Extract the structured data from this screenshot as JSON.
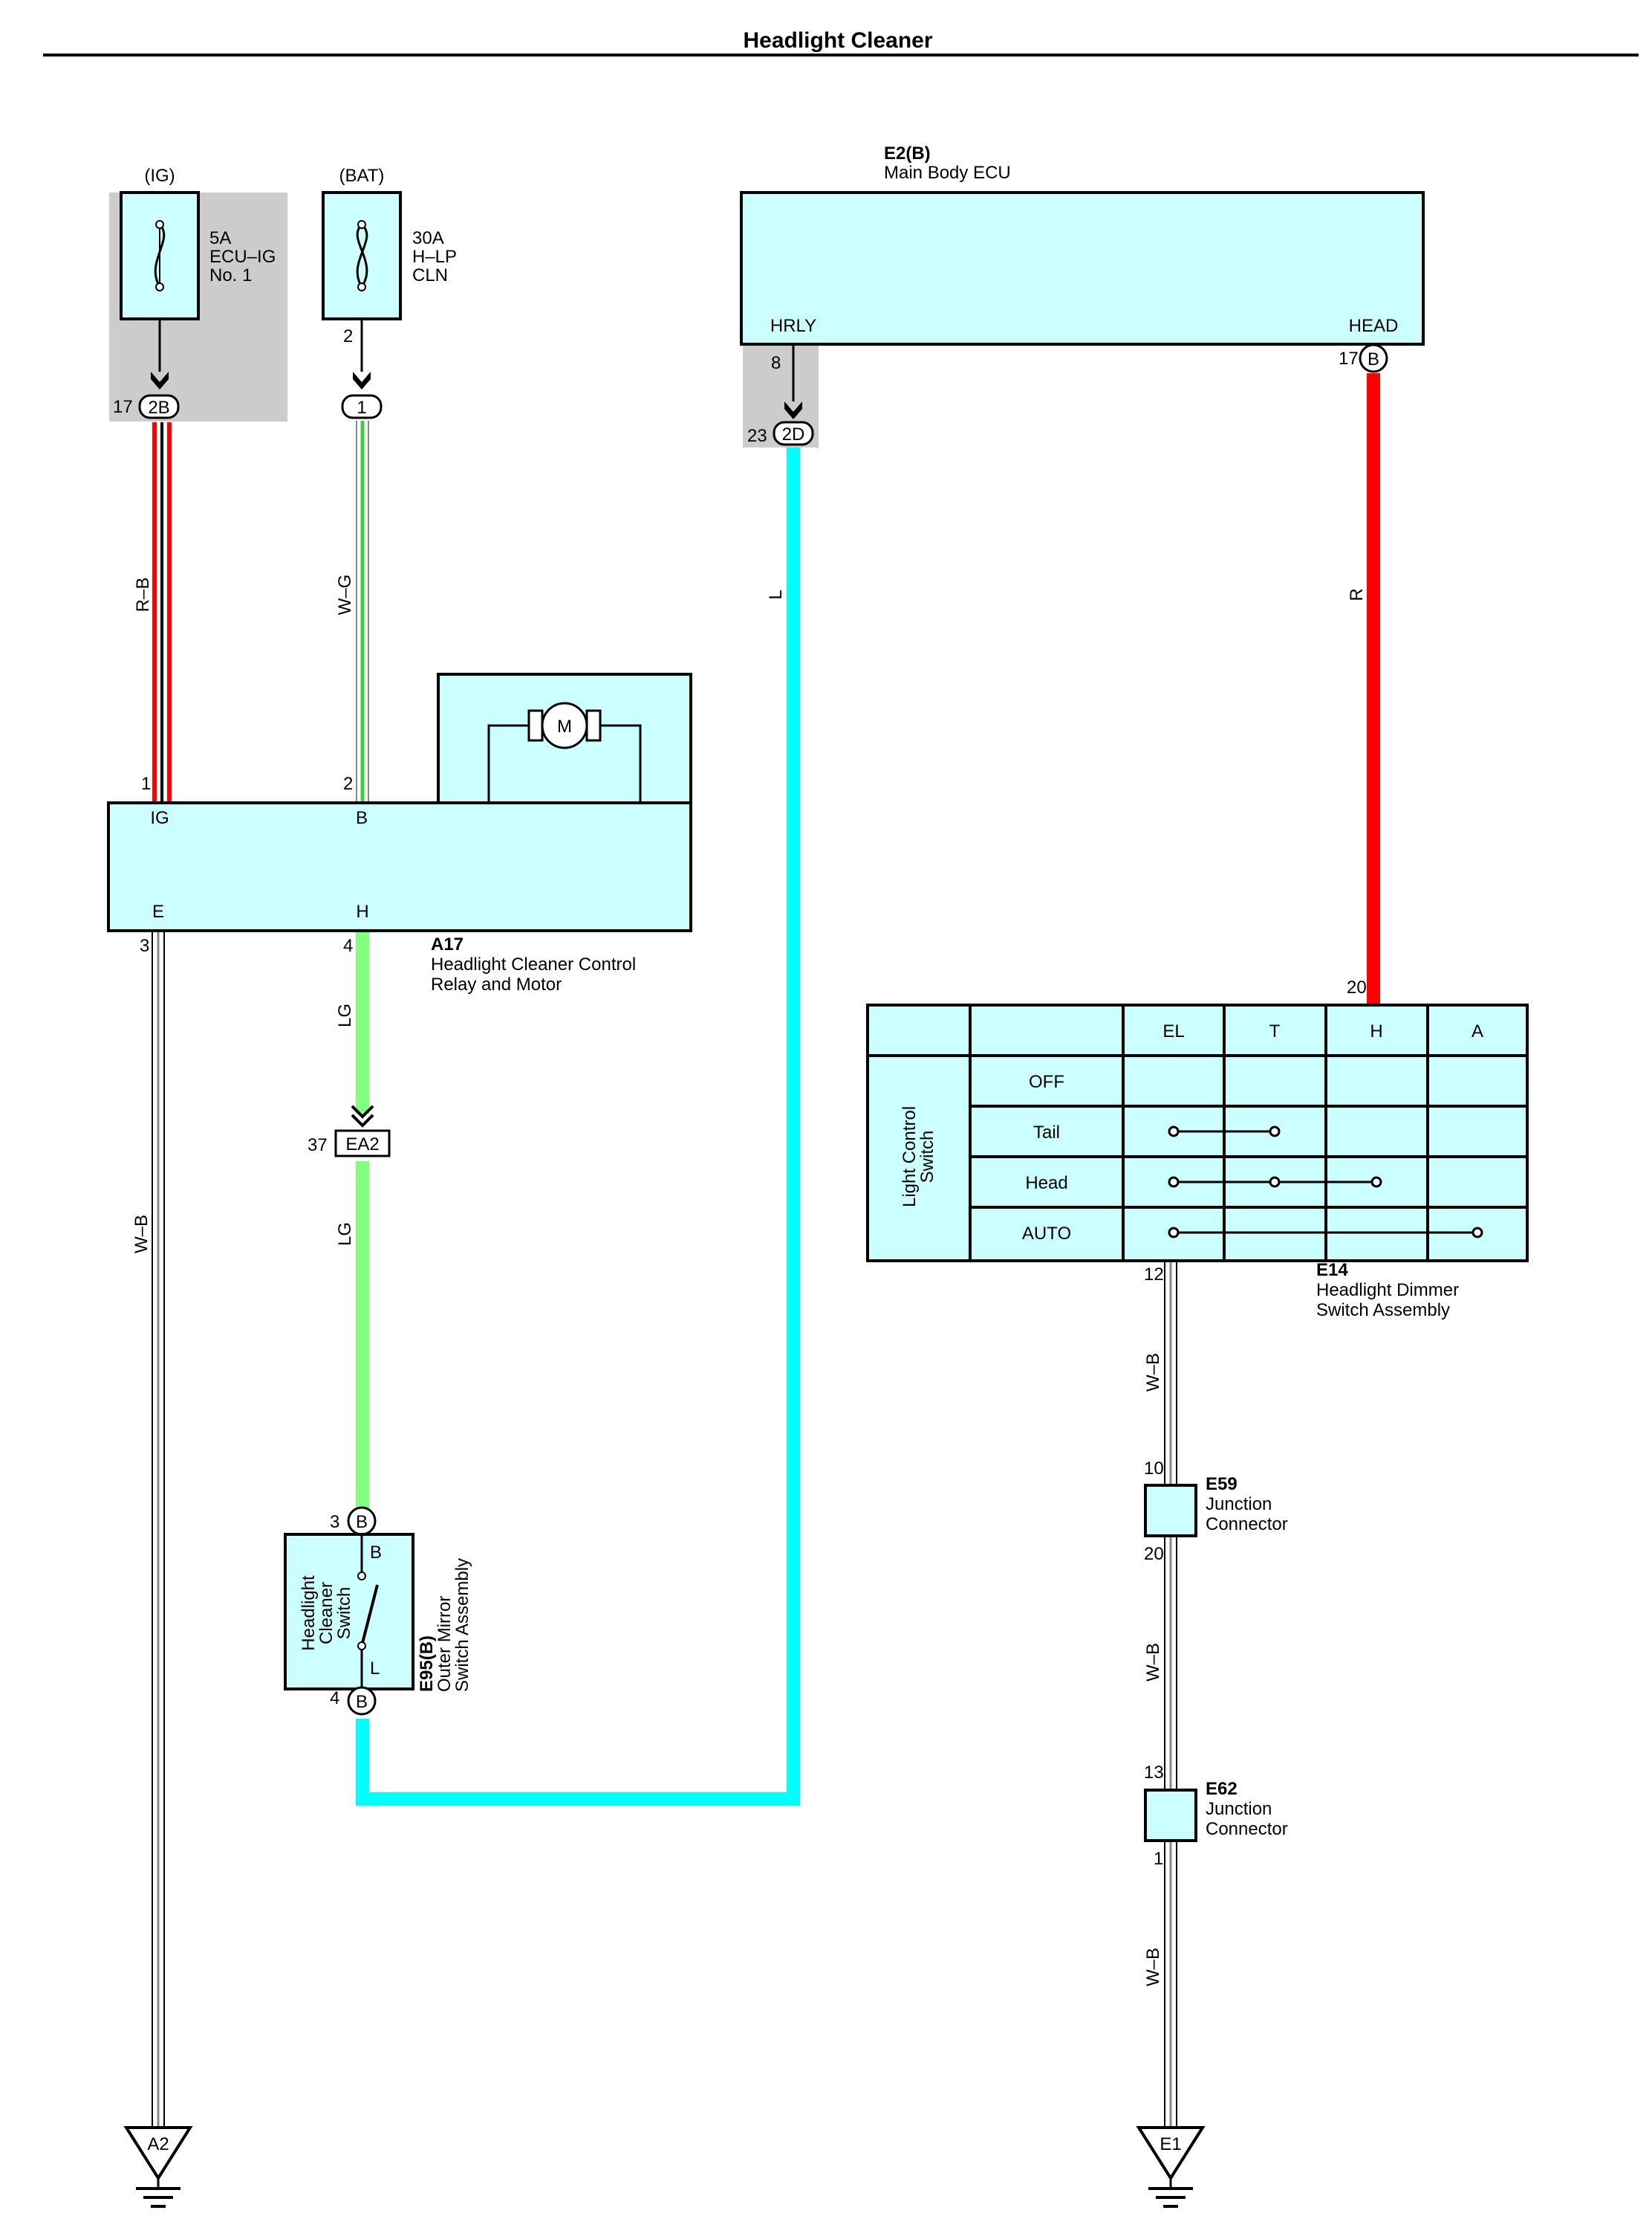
{
  "title": "Headlight Cleaner",
  "colors": {
    "component_fill": "#ccffff",
    "shade": "#cccccc",
    "wire_red": "#ff0000",
    "wire_blue": "#00ffff",
    "wire_green": "#80ff80"
  },
  "fuse_ig": {
    "source": "(IG)",
    "rating": "5A",
    "name1": "ECU–IG",
    "name2": "No. 1",
    "pin": "17",
    "connector": "2B"
  },
  "fuse_bat": {
    "source": "(BAT)",
    "rating": "30A",
    "name1": "H–LP",
    "name2": "CLN",
    "pin": "2",
    "connector": "1"
  },
  "ecu": {
    "code": "E2(B)",
    "name": "Main Body ECU",
    "terminal_left": "HRLY",
    "terminal_right": "HEAD",
    "pin_left": "8",
    "pin_right": "17",
    "conn_right": "B",
    "junction_pin": "23",
    "junction_conn": "2D"
  },
  "relay": {
    "code": "A17",
    "name1": "Headlight Cleaner Control",
    "name2": "Relay and Motor",
    "motor": "M",
    "term_ig": "IG",
    "term_b": "B",
    "term_e": "E",
    "term_h": "H",
    "pin1": "1",
    "pin2": "2",
    "pin3": "3",
    "pin4": "4"
  },
  "wires": {
    "rb": "R–B",
    "wg": "W–G",
    "l": "L",
    "r": "R",
    "wb": "W–B",
    "lg": "LG"
  },
  "connector_ea2": {
    "pin": "37",
    "name": "EA2"
  },
  "mirror_switch": {
    "code": "E95(B)",
    "name1": "Outer Mirror",
    "name2": "Switch Assembly",
    "label1": "Headlight",
    "label2": "Cleaner",
    "label3": "Switch",
    "term_b": "B",
    "term_l": "L",
    "pin_top": "3",
    "pin_bottom": "4",
    "conn": "B"
  },
  "dimmer": {
    "code": "E14",
    "name1": "Headlight Dimmer",
    "name2": "Switch Assembly",
    "side_label1": "Light Control",
    "side_label2": "Switch",
    "columns": [
      "EL",
      "T",
      "H",
      "A"
    ],
    "rows": [
      "OFF",
      "Tail",
      "Head",
      "AUTO"
    ],
    "pin_top": "20",
    "pin_bottom": "12"
  },
  "e59": {
    "code": "E59",
    "name1": "Junction",
    "name2": "Connector",
    "pin_top": "10",
    "pin_bottom": "20"
  },
  "e62": {
    "code": "E62",
    "name1": "Junction",
    "name2": "Connector",
    "pin_top": "13",
    "pin_bottom": "1"
  },
  "grounds": {
    "left": "A2",
    "right": "E1"
  }
}
